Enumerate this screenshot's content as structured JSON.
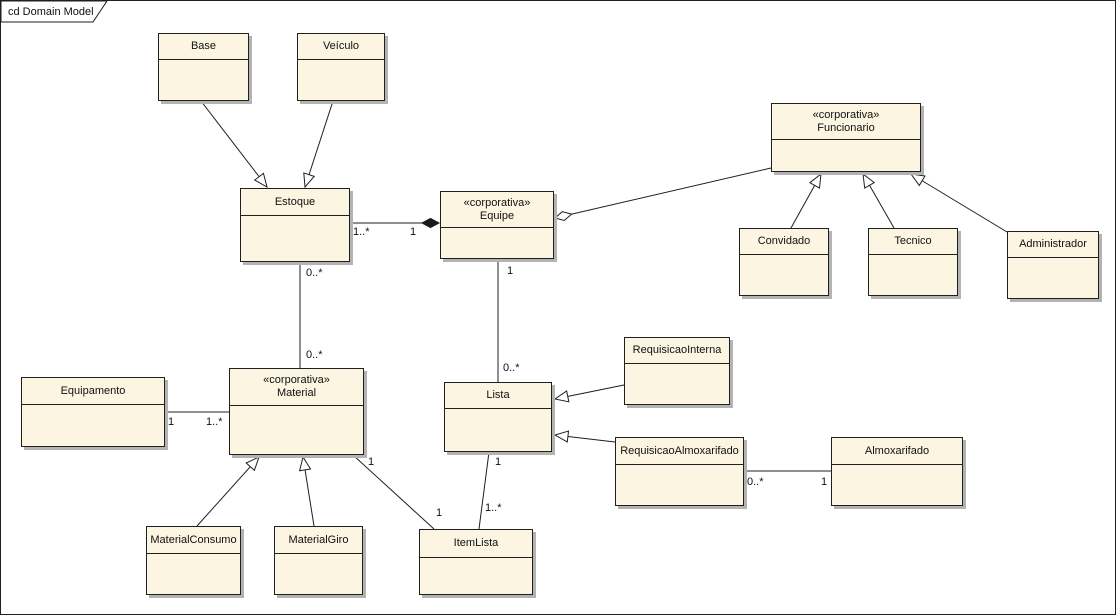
{
  "frame": {
    "title": "cd Domain Model"
  },
  "colors": {
    "background": "#ffffff",
    "box_fill": "#fcf5e2",
    "box_border": "#1f1f1f",
    "box_shadow": "#b3b3b3",
    "line": "#1f1f1f",
    "text": "#101010"
  },
  "classes": [
    {
      "id": "base",
      "name": "Base"
    },
    {
      "id": "veiculo",
      "name": "Veículo"
    },
    {
      "id": "estoque",
      "name": "Estoque"
    },
    {
      "id": "equipe",
      "stereotype": "«corporativa»",
      "name": "Equipe"
    },
    {
      "id": "funcionario",
      "stereotype": "«corporativa»",
      "name": "Funcionario"
    },
    {
      "id": "convidado",
      "name": "Convidado"
    },
    {
      "id": "tecnico",
      "name": "Tecnico"
    },
    {
      "id": "administrador",
      "name": "Administrador"
    },
    {
      "id": "equipamento",
      "name": "Equipamento"
    },
    {
      "id": "material",
      "stereotype": "«corporativa»",
      "name": "Material"
    },
    {
      "id": "lista",
      "name": "Lista"
    },
    {
      "id": "requisicao_interna",
      "name": "RequisicaoInterna"
    },
    {
      "id": "requisicao_almoxarifado",
      "name": "RequisicaoAlmoxarifado"
    },
    {
      "id": "almoxarifado",
      "name": "Almoxarifado"
    },
    {
      "id": "material_consumo",
      "name": "MaterialConsumo"
    },
    {
      "id": "material_giro",
      "name": "MaterialGiro"
    },
    {
      "id": "item_lista",
      "name": "ItemLista"
    }
  ],
  "relationships": [
    {
      "source": "Base",
      "target": "Estoque",
      "type": "generalization"
    },
    {
      "source": "Veículo",
      "target": "Estoque",
      "type": "generalization"
    },
    {
      "source": "Estoque",
      "target": "Equipe",
      "type": "composition",
      "source_multiplicity": "1..*",
      "target_multiplicity": "1"
    },
    {
      "source": "Equipe",
      "target": "Funcionario",
      "type": "aggregation"
    },
    {
      "source": "Equipe",
      "target": "Lista",
      "type": "association",
      "source_multiplicity": "1",
      "target_multiplicity": "0..*"
    },
    {
      "source": "Estoque",
      "target": "Material",
      "type": "association",
      "source_multiplicity": "0..*",
      "target_multiplicity": "0..*"
    },
    {
      "source": "Equipamento",
      "target": "Material",
      "type": "association",
      "source_multiplicity": "1",
      "target_multiplicity": "1..*"
    },
    {
      "source": "Convidado",
      "target": "Funcionario",
      "type": "generalization"
    },
    {
      "source": "Tecnico",
      "target": "Funcionario",
      "type": "generalization"
    },
    {
      "source": "Administrador",
      "target": "Funcionario",
      "type": "generalization"
    },
    {
      "source": "RequisicaoInterna",
      "target": "Lista",
      "type": "generalization"
    },
    {
      "source": "RequisicaoAlmoxarifado",
      "target": "Lista",
      "type": "generalization"
    },
    {
      "source": "RequisicaoAlmoxarifado",
      "target": "Almoxarifado",
      "type": "association",
      "source_multiplicity": "0..*",
      "target_multiplicity": "1"
    },
    {
      "source": "Material",
      "target": "ItemLista",
      "type": "association",
      "source_multiplicity": "1",
      "target_multiplicity": "1"
    },
    {
      "source": "MaterialConsumo",
      "target": "Material",
      "type": "generalization"
    },
    {
      "source": "MaterialGiro",
      "target": "Material",
      "type": "generalization"
    },
    {
      "source": "Lista",
      "target": "ItemLista",
      "type": "association",
      "source_multiplicity": "1",
      "target_multiplicity": "1..*"
    }
  ]
}
